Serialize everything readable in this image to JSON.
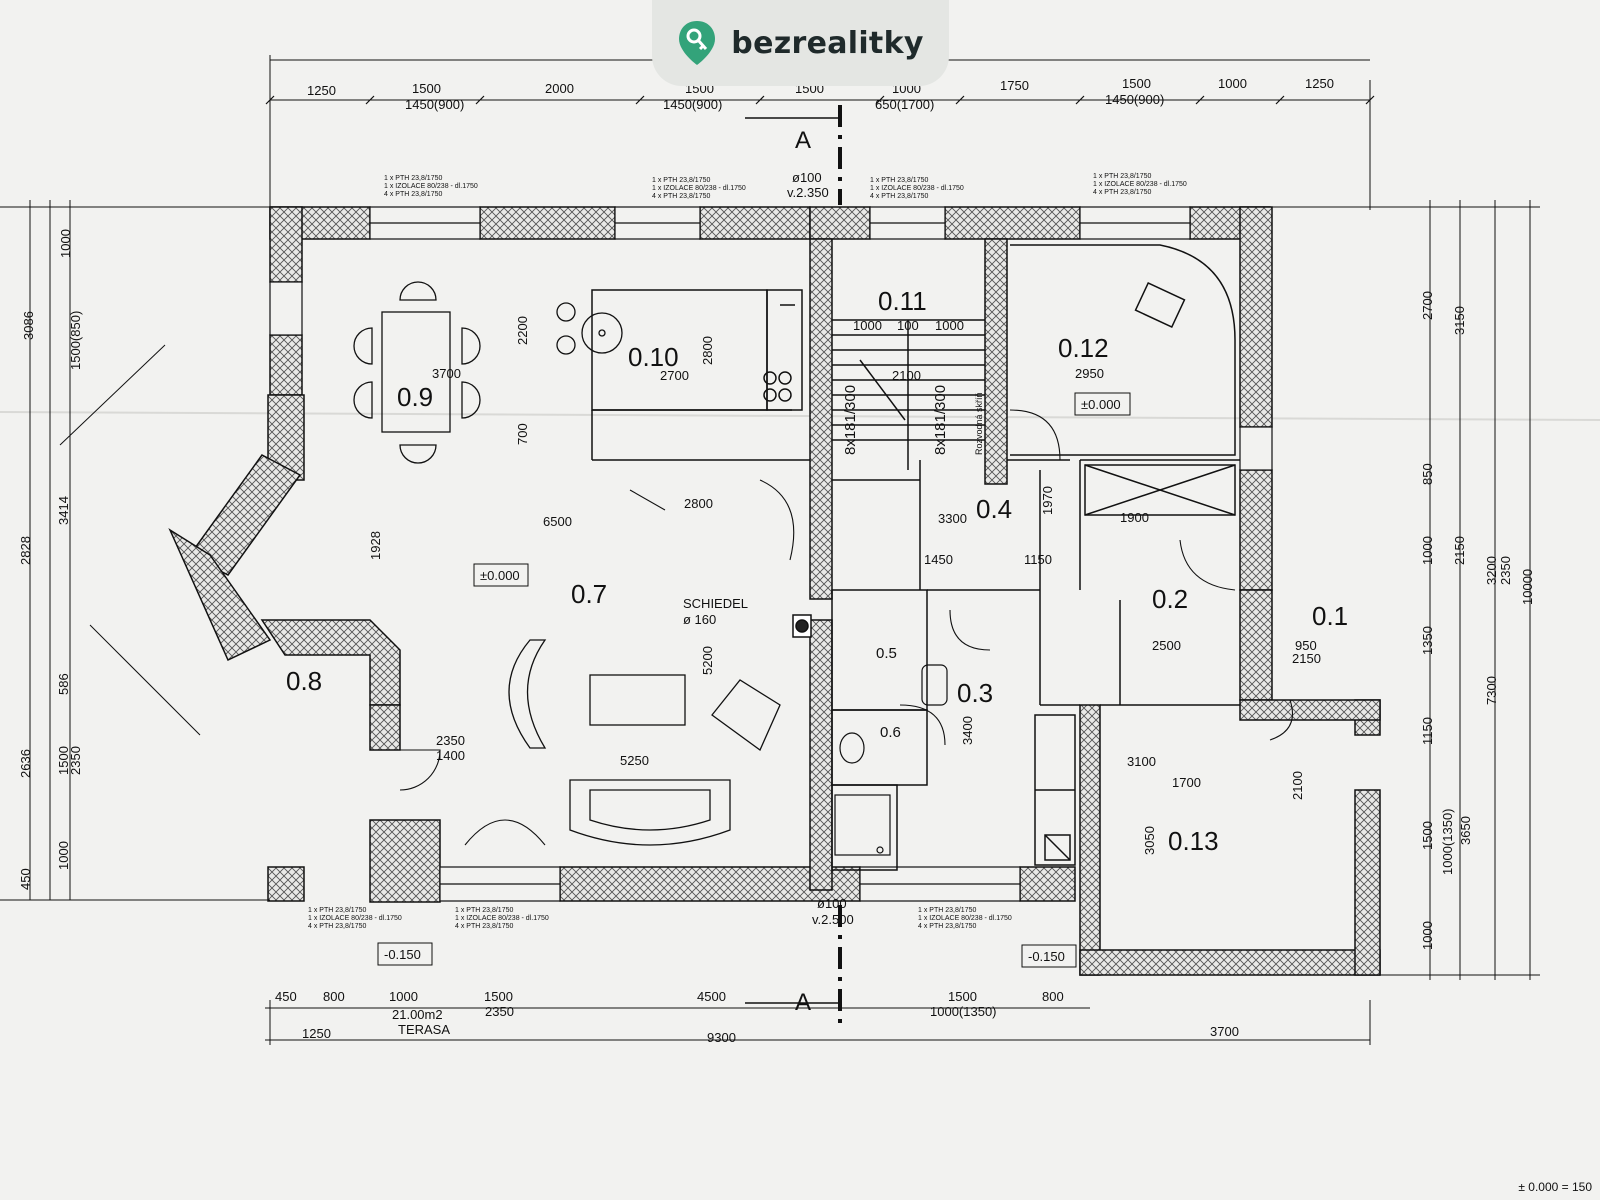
{
  "brand": {
    "name": "bezrealitky",
    "color": "#33a37a"
  },
  "colors": {
    "line": "#111111",
    "paper": "#f2f2f0",
    "hatch": "#555555"
  },
  "rooms": [
    {
      "id": "0.9",
      "label": "0.9"
    },
    {
      "id": "0.10",
      "label": "0.10"
    },
    {
      "id": "0.11",
      "label": "0.11"
    },
    {
      "id": "0.12",
      "label": "0.12"
    },
    {
      "id": "0.7",
      "label": "0.7"
    },
    {
      "id": "0.4",
      "label": "0.4"
    },
    {
      "id": "0.2",
      "label": "0.2"
    },
    {
      "id": "0.1",
      "label": "0.1"
    },
    {
      "id": "0.8",
      "label": "0.8"
    },
    {
      "id": "0.5",
      "label": "0.5"
    },
    {
      "id": "0.3",
      "label": "0.3"
    },
    {
      "id": "0.6",
      "label": "0.6"
    },
    {
      "id": "0.13",
      "label": "0.13"
    }
  ],
  "levels": {
    "main": "±0.000",
    "room12": "±0.000",
    "ext_left": "-0.150",
    "ext_right": "-0.150",
    "legend": "± 0.000 = 150"
  },
  "section": {
    "marker": "A"
  },
  "dims_top": [
    "1250",
    "1500",
    "2000",
    "1500",
    "1500",
    "1000",
    "1750",
    "1500",
    "1000",
    "1250"
  ],
  "dims_top2": [
    "1450(900)",
    "1450(900)",
    "650(1700)",
    "1450(900)"
  ],
  "dims_bottom": [
    "450",
    "800",
    "1000",
    "1500",
    "4500",
    "1500",
    "800"
  ],
  "dims_bottom2": [
    "1250",
    "2350",
    "9300",
    "1000(1350)",
    "3700"
  ],
  "dims_left": [
    "1000",
    "1500(850)",
    "3086",
    "3414",
    "2828",
    "586",
    "1500",
    "2350",
    "2636",
    "1000",
    "450"
  ],
  "dims_right": [
    "2700",
    "3150",
    "850",
    "1000",
    "2150",
    "3200",
    "2350",
    "1350",
    "7300",
    "10000",
    "1150",
    "1500",
    "1000(1350)",
    "3650",
    "1000"
  ],
  "notes": {
    "terrace_area": "21.00m2",
    "terrace_name": "TERASA",
    "chimney_name": "SCHIEDEL",
    "chimney_size": "ø 160",
    "pipe_top": "ø100",
    "pipe_top_level": "v.2.350",
    "pipe_bottom": "ø100",
    "pipe_bottom_level": "v.2.500",
    "stair1": "8x181/300",
    "stair2": "8x181/300",
    "cabinet": "Rozvodná skříň"
  },
  "inner_dims": [
    "3700",
    "2700",
    "2100",
    "2950",
    "6500",
    "2800",
    "3300",
    "1900",
    "5250",
    "3100",
    "1700",
    "2500",
    "950",
    "2150",
    "1450",
    "1150",
    "2350",
    "1400",
    "1000",
    "100",
    "1000",
    "2200",
    "2800",
    "700",
    "1928",
    "5200",
    "3400",
    "1970",
    "3050",
    "2100"
  ],
  "lintels": {
    "a": "1 x PTH 23,8/1750",
    "b": "1 x IZOLACE 80/238 - dl.1750",
    "c": "4 x PTH 23,8/1750"
  }
}
